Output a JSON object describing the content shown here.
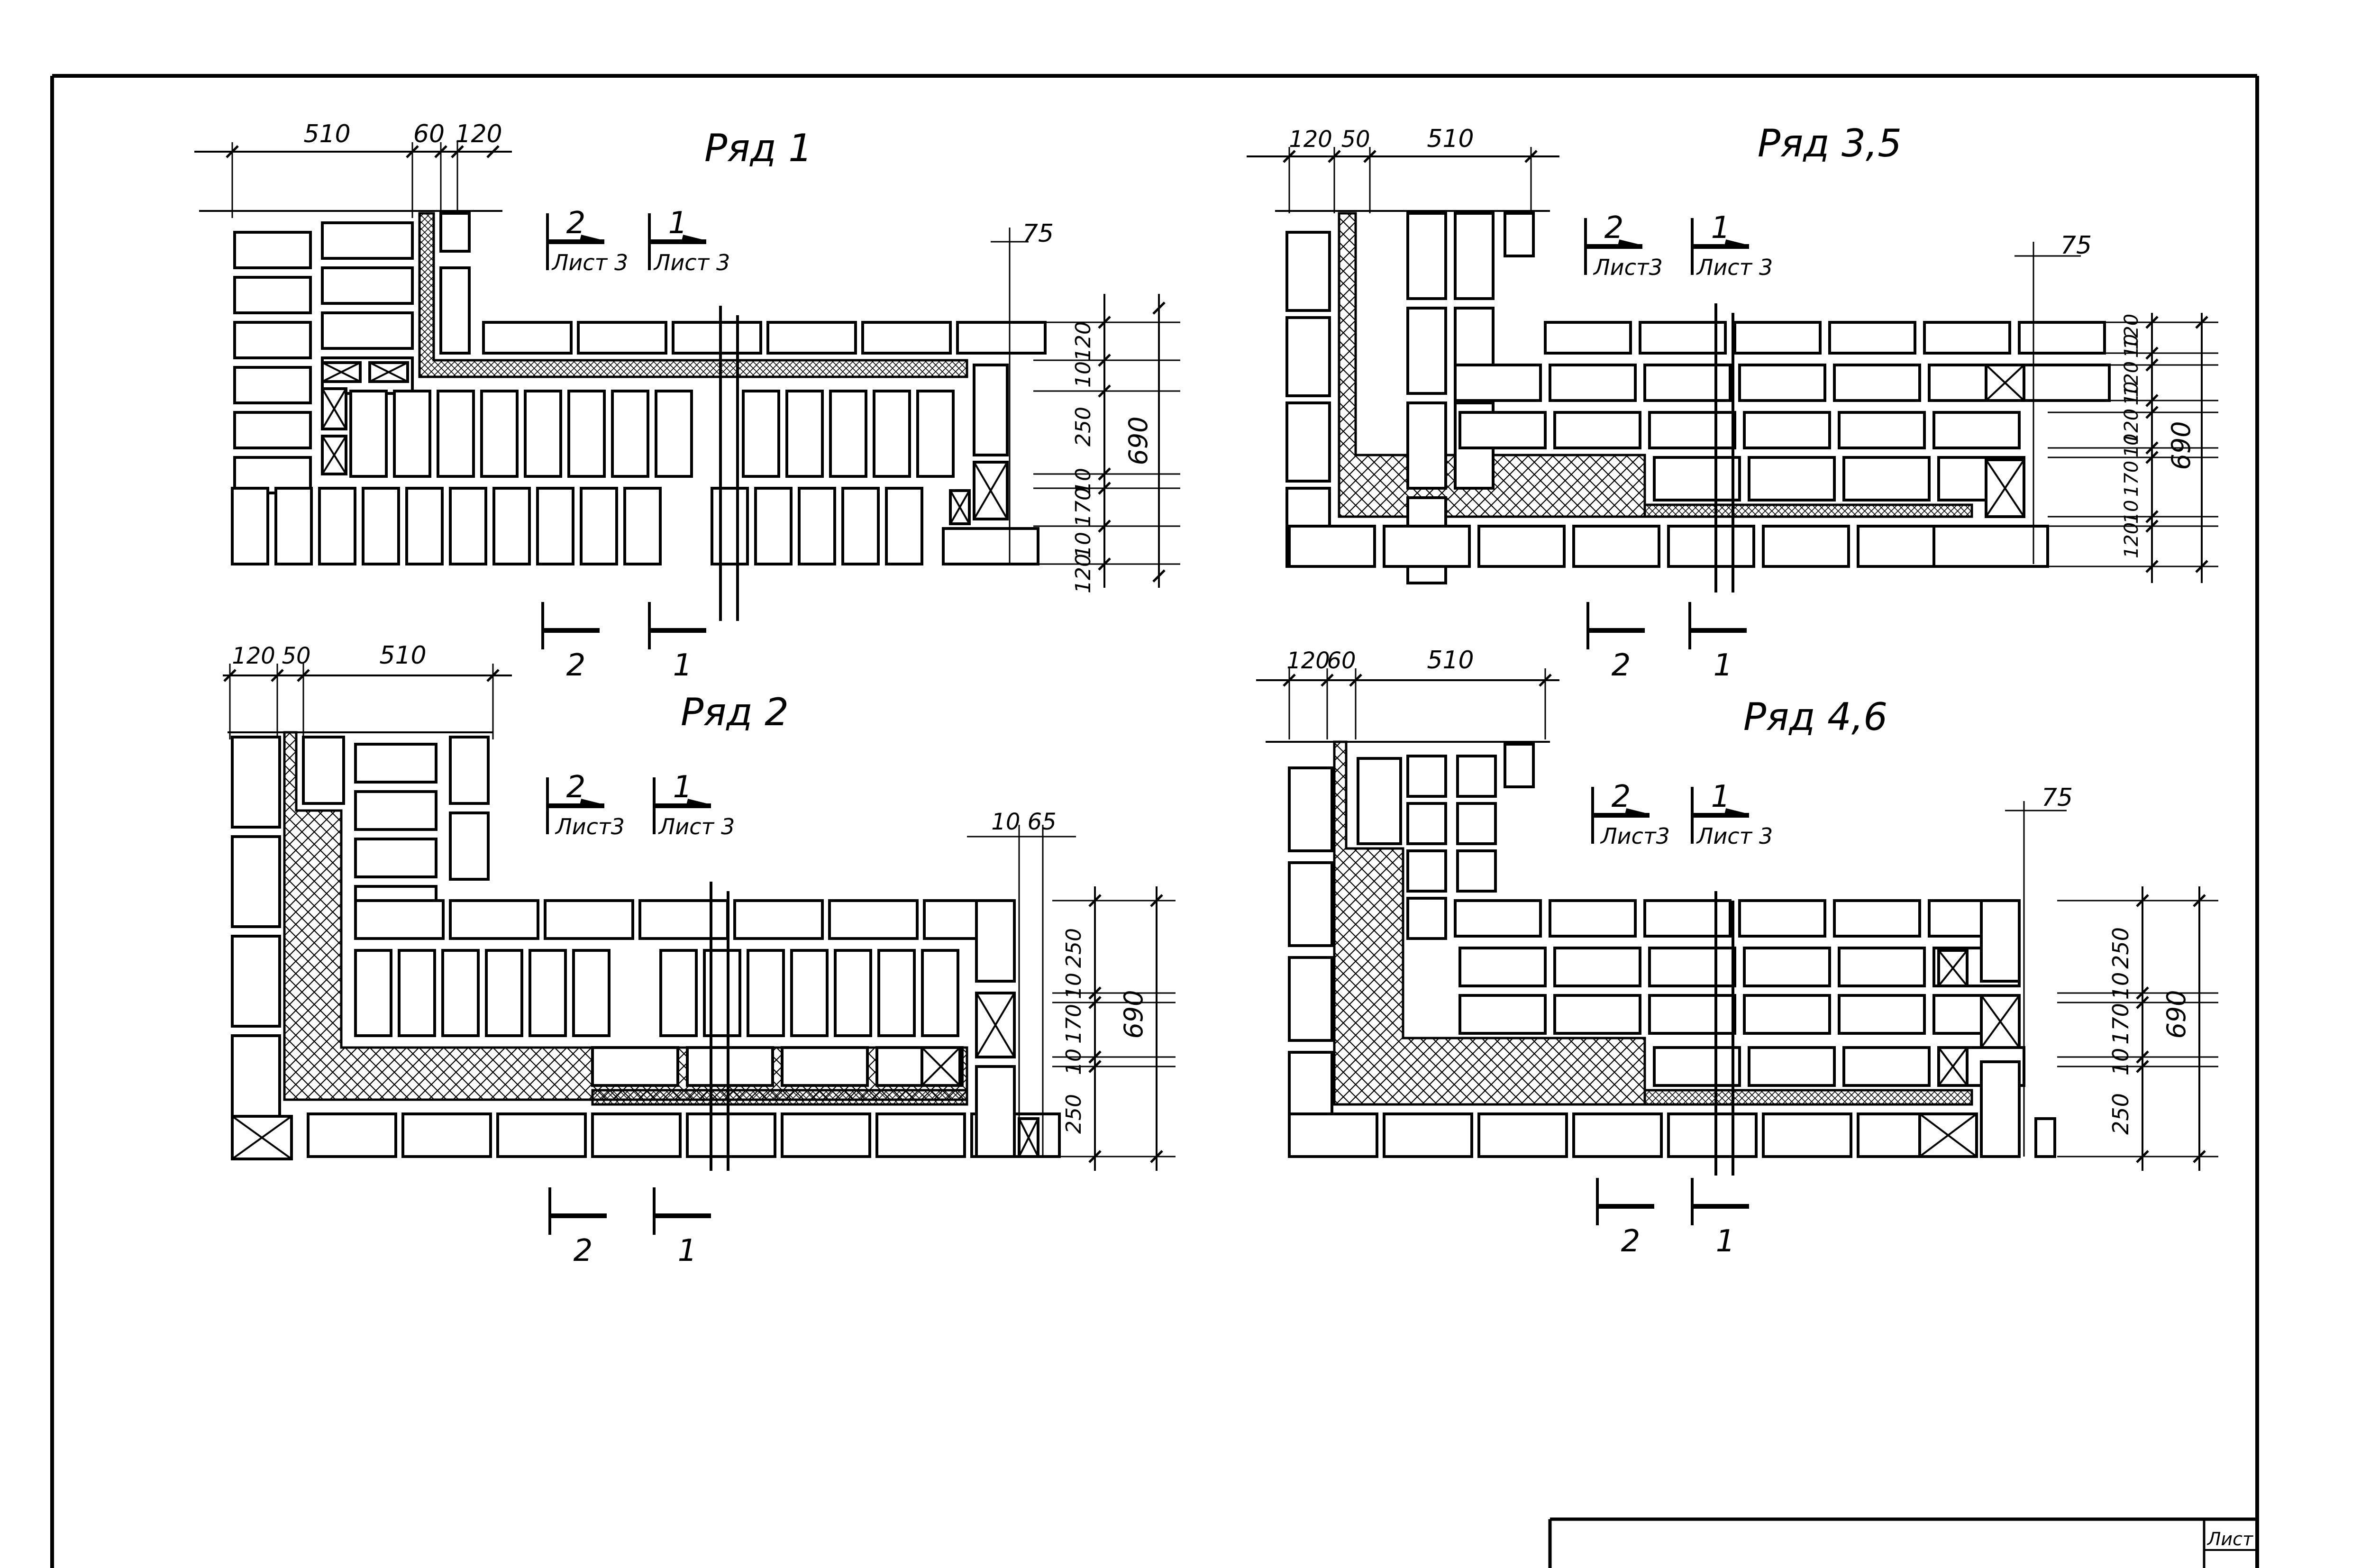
{
  "sheet": {
    "title_block_label": "Лист"
  },
  "panels": [
    {
      "id": "row1",
      "title": "Ряд 1",
      "top_dims": [
        "510",
        "60",
        "120"
      ],
      "right_dims": [
        "120",
        "10",
        "250",
        "10",
        "170",
        "10",
        "120"
      ],
      "right_total": "690",
      "side_dim": "75",
      "section_marks": [
        {
          "num": "2",
          "sheet": "Лист 3"
        },
        {
          "num": "1",
          "sheet": "Лист 3"
        }
      ],
      "bottom_marks": [
        "2",
        "1"
      ]
    },
    {
      "id": "row35",
      "title": "Ряд 3,5",
      "top_dims": [
        "120",
        "50",
        "510"
      ],
      "right_dims": [
        "120",
        "10",
        "120",
        "10",
        "120",
        "10",
        "170",
        "10",
        "120"
      ],
      "right_total": "690",
      "side_dim": "75",
      "section_marks": [
        {
          "num": "2",
          "sheet": "Лист3"
        },
        {
          "num": "1",
          "sheet": "Лист 3"
        }
      ],
      "bottom_marks": [
        "2",
        "1"
      ]
    },
    {
      "id": "row2",
      "title": "Ряд 2",
      "top_dims": [
        "120",
        "50",
        "510"
      ],
      "right_dims": [
        "250",
        "10",
        "170",
        "10",
        "250"
      ],
      "right_total": "690",
      "side_dim": "10 65",
      "section_marks": [
        {
          "num": "2",
          "sheet": "Лист3"
        },
        {
          "num": "1",
          "sheet": "Лист 3"
        }
      ],
      "bottom_marks": [
        "2",
        "1"
      ]
    },
    {
      "id": "row46",
      "title": "Ряд 4,6",
      "top_dims": [
        "120",
        "60",
        "510"
      ],
      "right_dims": [
        "250",
        "10",
        "170",
        "10",
        "250"
      ],
      "right_total": "690",
      "side_dim": "75",
      "section_marks": [
        {
          "num": "2",
          "sheet": "Лист3"
        },
        {
          "num": "1",
          "sheet": "Лист 3"
        }
      ],
      "bottom_marks": [
        "2",
        "1"
      ]
    }
  ],
  "colors": {
    "ink": "#000000",
    "paper": "#ffffff"
  }
}
